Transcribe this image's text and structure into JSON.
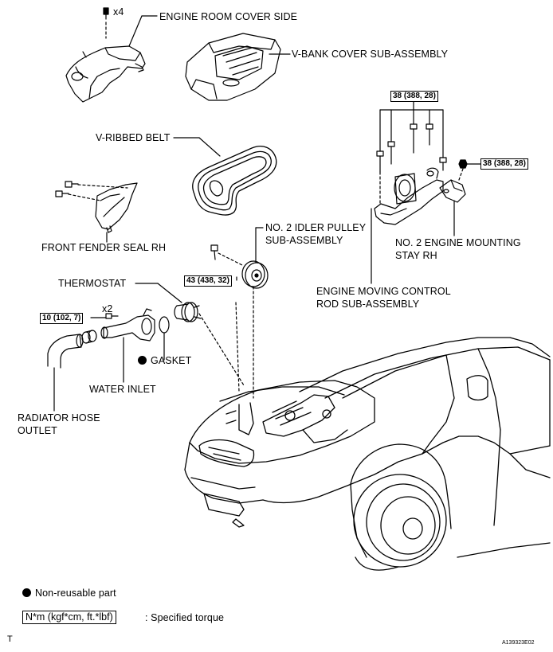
{
  "labels": {
    "engine_room_cover_side": "ENGINE ROOM COVER SIDE",
    "bolt_qty_top": "x4",
    "v_bank_cover": "V-BANK COVER SUB-ASSEMBLY",
    "v_ribbed_belt": "V-RIBBED BELT",
    "front_fender_seal": "FRONT FENDER SEAL RH",
    "idler_pulley_line1": "NO. 2 IDLER PULLEY",
    "idler_pulley_line2": "SUB-ASSEMBLY",
    "thermostat": "THERMOSTAT",
    "bolt_qty_inlet": "x2",
    "gasket": "GASKET",
    "water_inlet": "WATER INLET",
    "radiator_hose_line1": "RADIATOR HOSE",
    "radiator_hose_line2": "OUTLET",
    "engine_mounting_line1": "NO. 2 ENGINE MOUNTING",
    "engine_mounting_line2": "STAY RH",
    "moving_control_line1": "ENGINE MOVING CONTROL",
    "moving_control_line2": "ROD SUB-ASSEMBLY"
  },
  "torques": {
    "rod_bolts": "38 (388, 28)",
    "stay_nut": "38 (388, 28)",
    "idler_bolt": "43 (438, 32)",
    "inlet_bolts": "10 (102, 7)"
  },
  "legend": {
    "non_reusable": "Non-reusable part",
    "torque_unit": "N*m (kgf*cm, ft.*lbf)",
    "torque_desc": ": Specified torque"
  },
  "footer": {
    "corner_mark": "T",
    "figure_id": "A139323E02"
  }
}
